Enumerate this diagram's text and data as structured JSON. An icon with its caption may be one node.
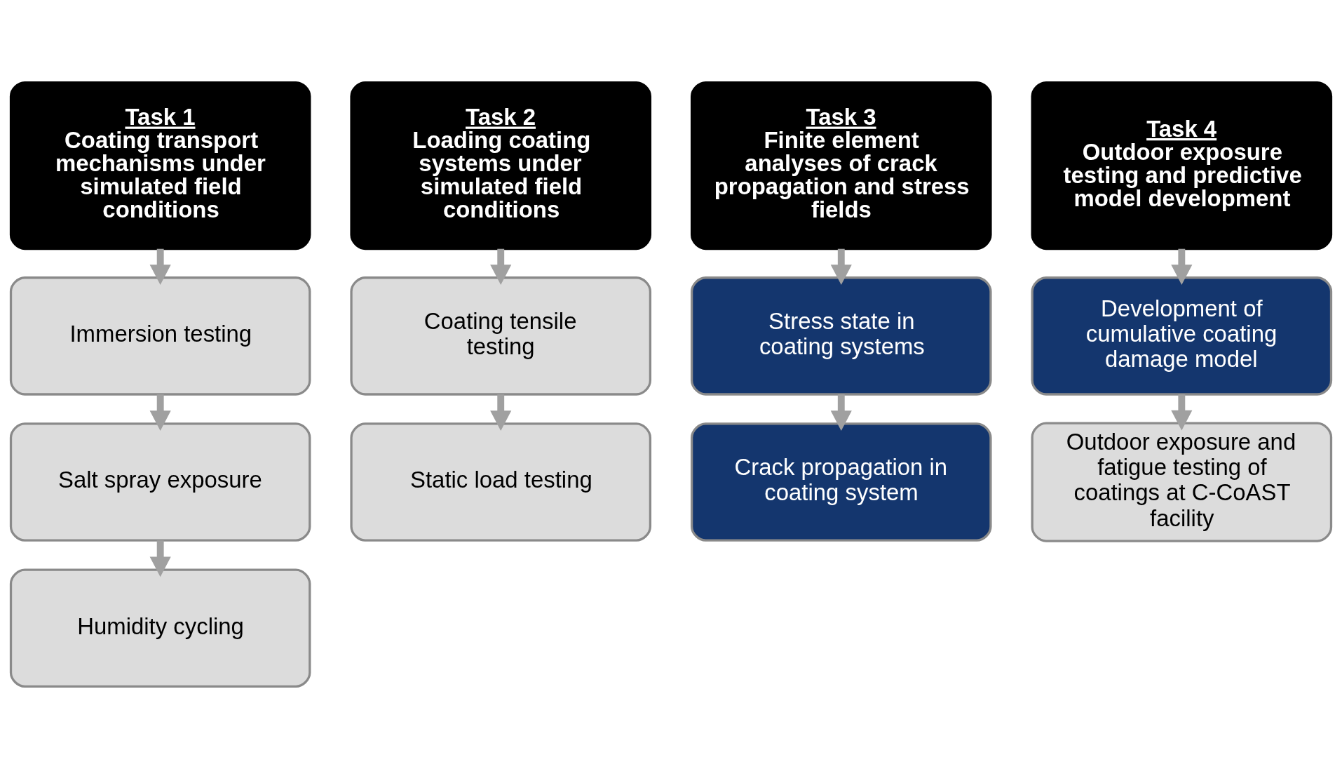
{
  "diagram": {
    "nodes": [
      {
        "text": [
          "Task 1",
          "Coating transport mechanisms under simulated field conditions"
        ]
      },
      {
        "text": [
          "Immersion testing"
        ]
      },
      {
        "text": [
          "Salt spray exposure"
        ]
      },
      {
        "text": [
          "Humidity cycling"
        ]
      },
      {
        "text": [
          "Task 2",
          "Loading coating systems under simulated field conditions"
        ]
      },
      {
        "text": [
          "Coating tensile testing"
        ]
      },
      {
        "text": [
          "Static load testing"
        ]
      },
      {
        "text": [
          "Task 3",
          "Finite element analyses of crack propagation and stress fields"
        ]
      },
      {
        "text": [
          "Stress state in coating systems"
        ]
      },
      {
        "text": [
          "Crack propagation in coating system"
        ]
      },
      {
        "text": [
          "Task 4",
          "Outdoor exposure testing and predictive model development"
        ]
      },
      {
        "text": [
          "Development of cumulative coating damage model"
        ]
      },
      {
        "text": [
          "Outdoor exposure and fatigue testing of coatings at C-CoAST facility"
        ]
      }
    ],
    "edges": [
      {
        "from": 0,
        "to": 1,
        "arrow": "to"
      },
      {
        "from": 1,
        "to": 2,
        "arrow": "to"
      },
      {
        "from": 2,
        "to": 3,
        "arrow": "to"
      },
      {
        "from": 4,
        "to": 5,
        "arrow": "to"
      },
      {
        "from": 5,
        "to": 6,
        "arrow": "to"
      },
      {
        "from": 7,
        "to": 8,
        "arrow": "to"
      },
      {
        "from": 8,
        "to": 9,
        "arrow": "to"
      },
      {
        "from": 10,
        "to": 11,
        "arrow": "to"
      },
      {
        "from": 11,
        "to": 12,
        "arrow": "to"
      }
    ]
  }
}
